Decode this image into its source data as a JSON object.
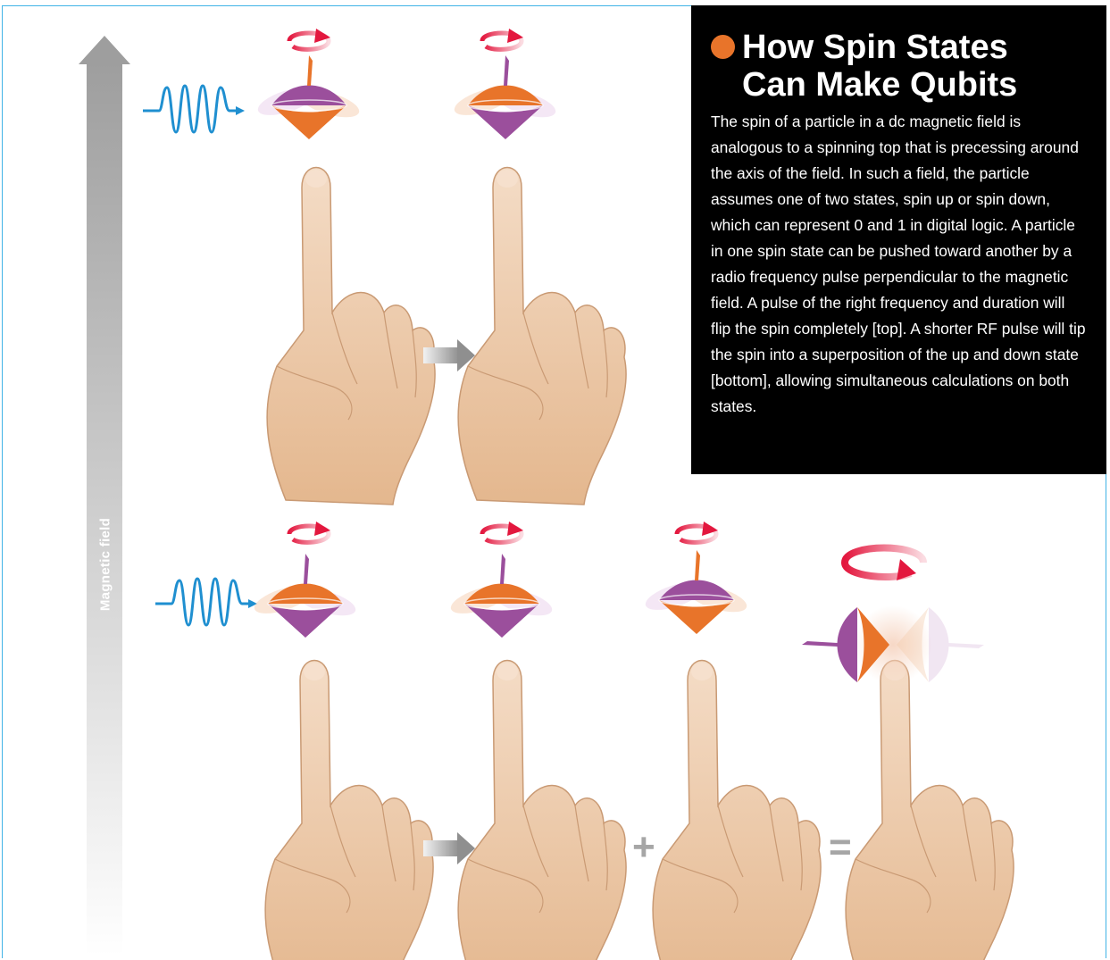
{
  "panel": {
    "title": "How Spin States\nCan Make Qubits",
    "body": "The spin of a particle in a dc magnetic field is analogous to a spinning top that is precessing around the axis of the field. In such a field, the particle assumes one of two states, spin up or spin down, which can represent 0 and 1 in digital logic. A particle in one spin state can be pushed toward another by a radio frequency pulse perpendicular to the magnetic field. A pulse of the right frequency and duration will flip the spin completely [top]. A shorter RF pulse will tip the spin into a superposition of the up and down state [bottom], allowing simultaneous calculations on both states."
  },
  "axis": {
    "label": "Magnetic field"
  },
  "operators": {
    "plus": "+",
    "equals": "="
  },
  "colors": {
    "orange": "#e8742a",
    "purple": "#9b4f9c",
    "rotation_red": "#e3173e",
    "rf_blue": "#1f8fd0",
    "skin": "#e9c4a0",
    "arrow_gray": "#9a9a9a",
    "frame_blue": "#41b3e6"
  },
  "icons": [
    "magnetic-field-arrow",
    "rf-pulse-icon",
    "spinning-top",
    "hand",
    "rotation-arrow-icon",
    "progress-arrow-icon"
  ]
}
